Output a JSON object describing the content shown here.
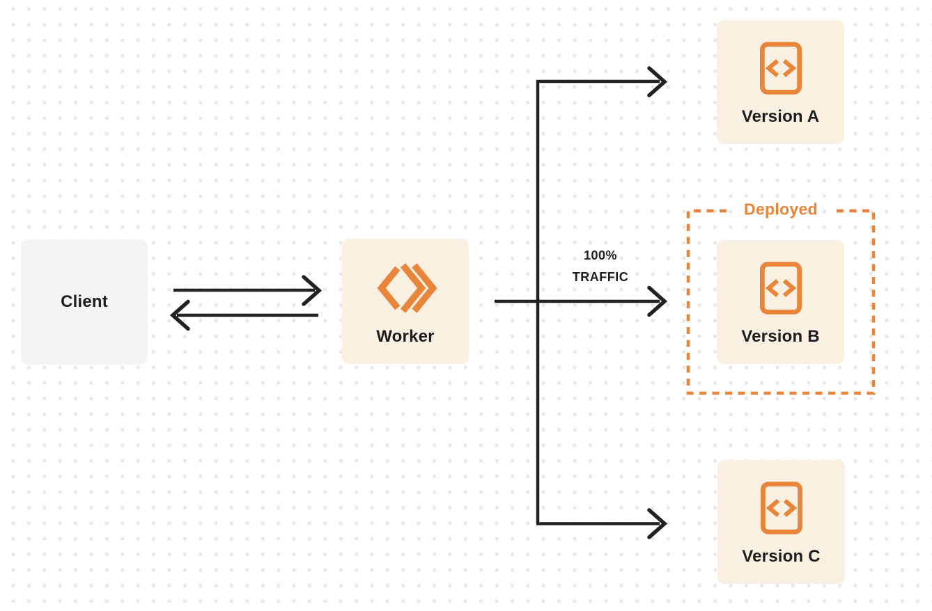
{
  "diagram": {
    "description": "Worker traffic routing diagram with deployed version",
    "colors": {
      "accent_orange": "#e8853a",
      "node_cream": "#faf0e2",
      "client_gray": "#f4f4f5",
      "line_dark": "#212121",
      "grid_dot": "#e7e7e8",
      "background": "#ffffff"
    },
    "nodes": {
      "client": {
        "label": "Client"
      },
      "worker": {
        "label": "Worker",
        "icon": "cloudflare-workers-icon"
      },
      "version_a": {
        "label": "Version A",
        "icon": "code-file-icon"
      },
      "version_b": {
        "label": "Version B",
        "icon": "code-file-icon"
      },
      "version_c": {
        "label": "Version C",
        "icon": "code-file-icon"
      }
    },
    "annotations": {
      "deployed": {
        "label": "Deployed"
      },
      "traffic": {
        "line1": "100%",
        "line2": "TRAFFIC"
      }
    },
    "edges": [
      {
        "name": "client-to-worker",
        "style": "arrow-right"
      },
      {
        "name": "worker-to-client",
        "style": "arrow-left"
      },
      {
        "name": "worker-to-version-a",
        "style": "arrow-right"
      },
      {
        "name": "worker-to-version-b",
        "style": "arrow-right",
        "label": "100% TRAFFIC"
      },
      {
        "name": "worker-to-version-c",
        "style": "arrow-right"
      }
    ]
  }
}
